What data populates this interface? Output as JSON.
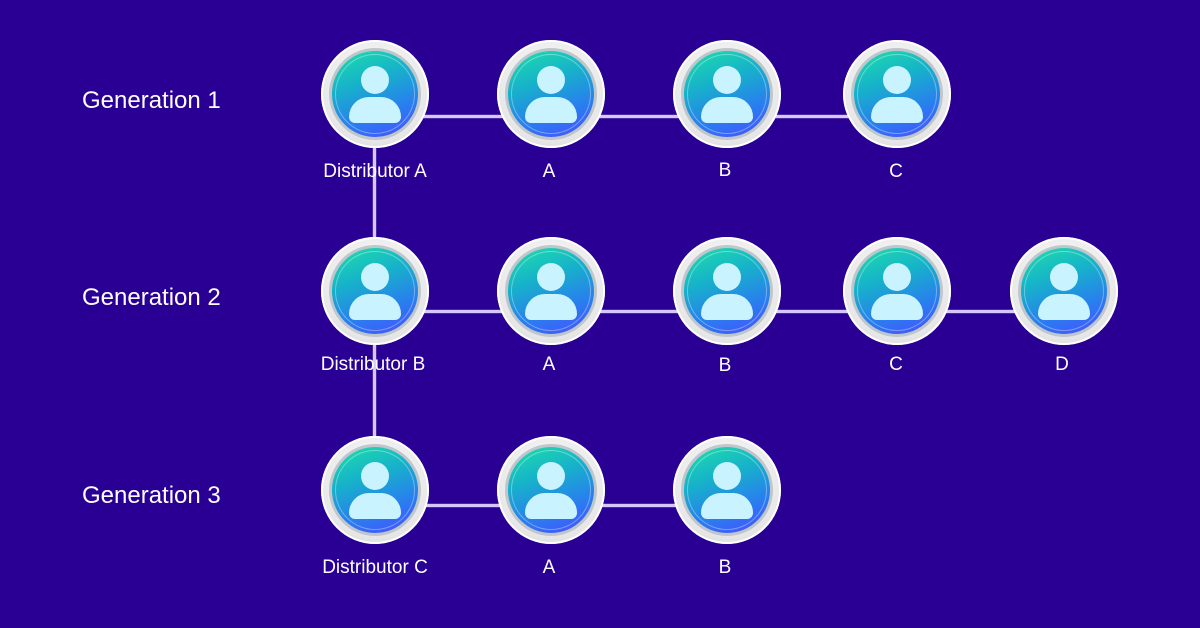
{
  "colors": {
    "background": "#2a0094",
    "connector": "#d6c8ff",
    "avatar_gradient_start": "#1fe0a8",
    "avatar_gradient_end": "#4a4dff",
    "avatar_figure": "#c9f4ff"
  },
  "generations": [
    {
      "label": "Generation 1",
      "nodes": [
        {
          "label": "Distributor A",
          "icon": "user-avatar-icon"
        },
        {
          "label": "A",
          "icon": "user-avatar-icon"
        },
        {
          "label": "B",
          "icon": "user-avatar-icon"
        },
        {
          "label": "C",
          "icon": "user-avatar-icon"
        }
      ]
    },
    {
      "label": "Generation 2",
      "nodes": [
        {
          "label": "Distributor B",
          "icon": "user-avatar-icon"
        },
        {
          "label": "A",
          "icon": "user-avatar-icon"
        },
        {
          "label": "B",
          "icon": "user-avatar-icon"
        },
        {
          "label": "C",
          "icon": "user-avatar-icon"
        },
        {
          "label": "D",
          "icon": "user-avatar-icon"
        }
      ]
    },
    {
      "label": "Generation 3",
      "nodes": [
        {
          "label": "Distributor C",
          "icon": "user-avatar-icon"
        },
        {
          "label": "A",
          "icon": "user-avatar-icon"
        },
        {
          "label": "B",
          "icon": "user-avatar-icon"
        }
      ]
    }
  ]
}
